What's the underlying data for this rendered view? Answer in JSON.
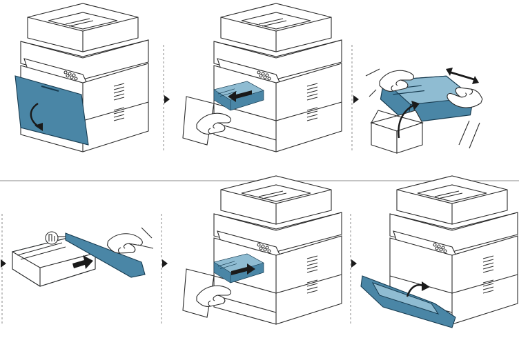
{
  "diagram": {
    "steps": [
      {
        "id": 1,
        "action": "open-front-cover"
      },
      {
        "id": 2,
        "action": "pull-out-toner-cartridge"
      },
      {
        "id": 3,
        "action": "unpack-and-shake-new-cartridge"
      },
      {
        "id": 4,
        "action": "remove-protective-cover"
      },
      {
        "id": 5,
        "action": "insert-new-cartridge"
      },
      {
        "id": 6,
        "action": "close-front-cover"
      }
    ],
    "colors": {
      "accent": "#4a86a6",
      "accent_dark": "#173b50",
      "line": "#2a2a2a",
      "divider": "#888888"
    },
    "icons": [
      "step-arrow-icon",
      "printer-icon",
      "hand-icon",
      "toner-cartridge-icon",
      "box-icon",
      "shake-arrow-icon"
    ]
  }
}
